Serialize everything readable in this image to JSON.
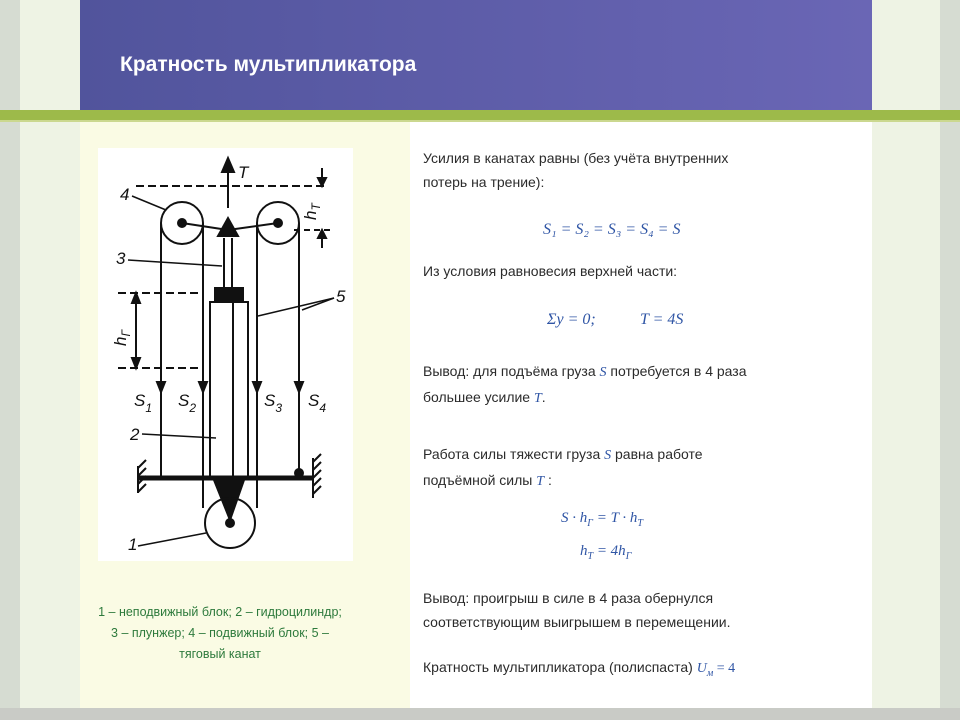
{
  "title": "Кратность мультипликатора",
  "figure": {
    "label_T": "T",
    "label_hT": "h",
    "label_hT_sub": "T",
    "label_hG": "h",
    "label_hG_sub": "Г",
    "label_1": "1",
    "label_2": "2",
    "label_3": "3",
    "label_4": "4",
    "label_5": "5",
    "s1": "S",
    "s1_sub": "1",
    "s2": "S",
    "s2_sub": "2",
    "s3": "S",
    "s3_sub": "3",
    "s4": "S",
    "s4_sub": "4"
  },
  "caption": {
    "line1": "1 – неподвижный блок; 2 – гидроцилиндр;",
    "line2": "3 – плунжер; 4 – подвижный блок; 5 –",
    "line3": "тяговый канат"
  },
  "content": {
    "p1_line1": "Усилия в канатах равны (без учёта внутренних",
    "p1_line2": "потерь на трение):",
    "eq_forces": "S₁ = S₂ = S₃ = S₄ = S",
    "p2": "Из условия равновесия верхней части:",
    "eq_balance_1": "Σy = 0;",
    "eq_balance_2": "T = 4S",
    "p3_line1_a": "Вывод: для подъёма груза ",
    "p3_S": "S",
    "p3_line1_b": " потребуется в 4 раза",
    "p3_line2_a": "большее усилие ",
    "p3_T": "T",
    "p3_line2_b": ".",
    "p4_line1_a": "Работа силы тяжести груза ",
    "p4_S": "S",
    "p4_line1_b": " равна работе",
    "p4_line2_a": "подъёмной силы ",
    "p4_T": "T",
    "p4_line2_b": " :",
    "eq_work": "S · h",
    "eq_work_sub1": "Г",
    "eq_work_mid": " = T · h",
    "eq_work_sub2": "T",
    "eq_h_a": "h",
    "eq_h_sub1": "T",
    "eq_h_mid": " = 4h",
    "eq_h_sub2": "Г",
    "p5_line1": "Вывод: проигрыш в силе в 4 раза обернулся",
    "p5_line2": "соответствующим выигрышем в перемещении.",
    "p6_text": "Кратность мультипликатора (полиспаста) ",
    "p6_U": "U",
    "p6_U_sub": "м",
    "p6_val": " = 4"
  }
}
